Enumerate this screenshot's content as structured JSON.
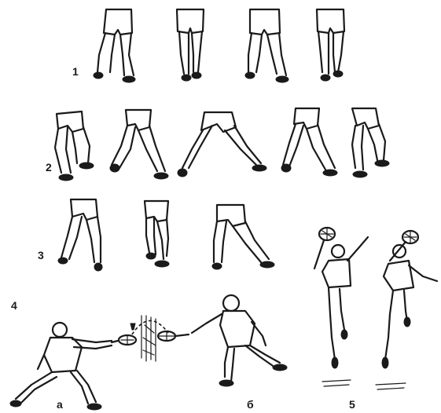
{
  "labels": {
    "row1": "1",
    "row2": "2",
    "row3": "3",
    "row4": "4",
    "player_a": "а",
    "player_b": "б",
    "jump_5": "5"
  }
}
